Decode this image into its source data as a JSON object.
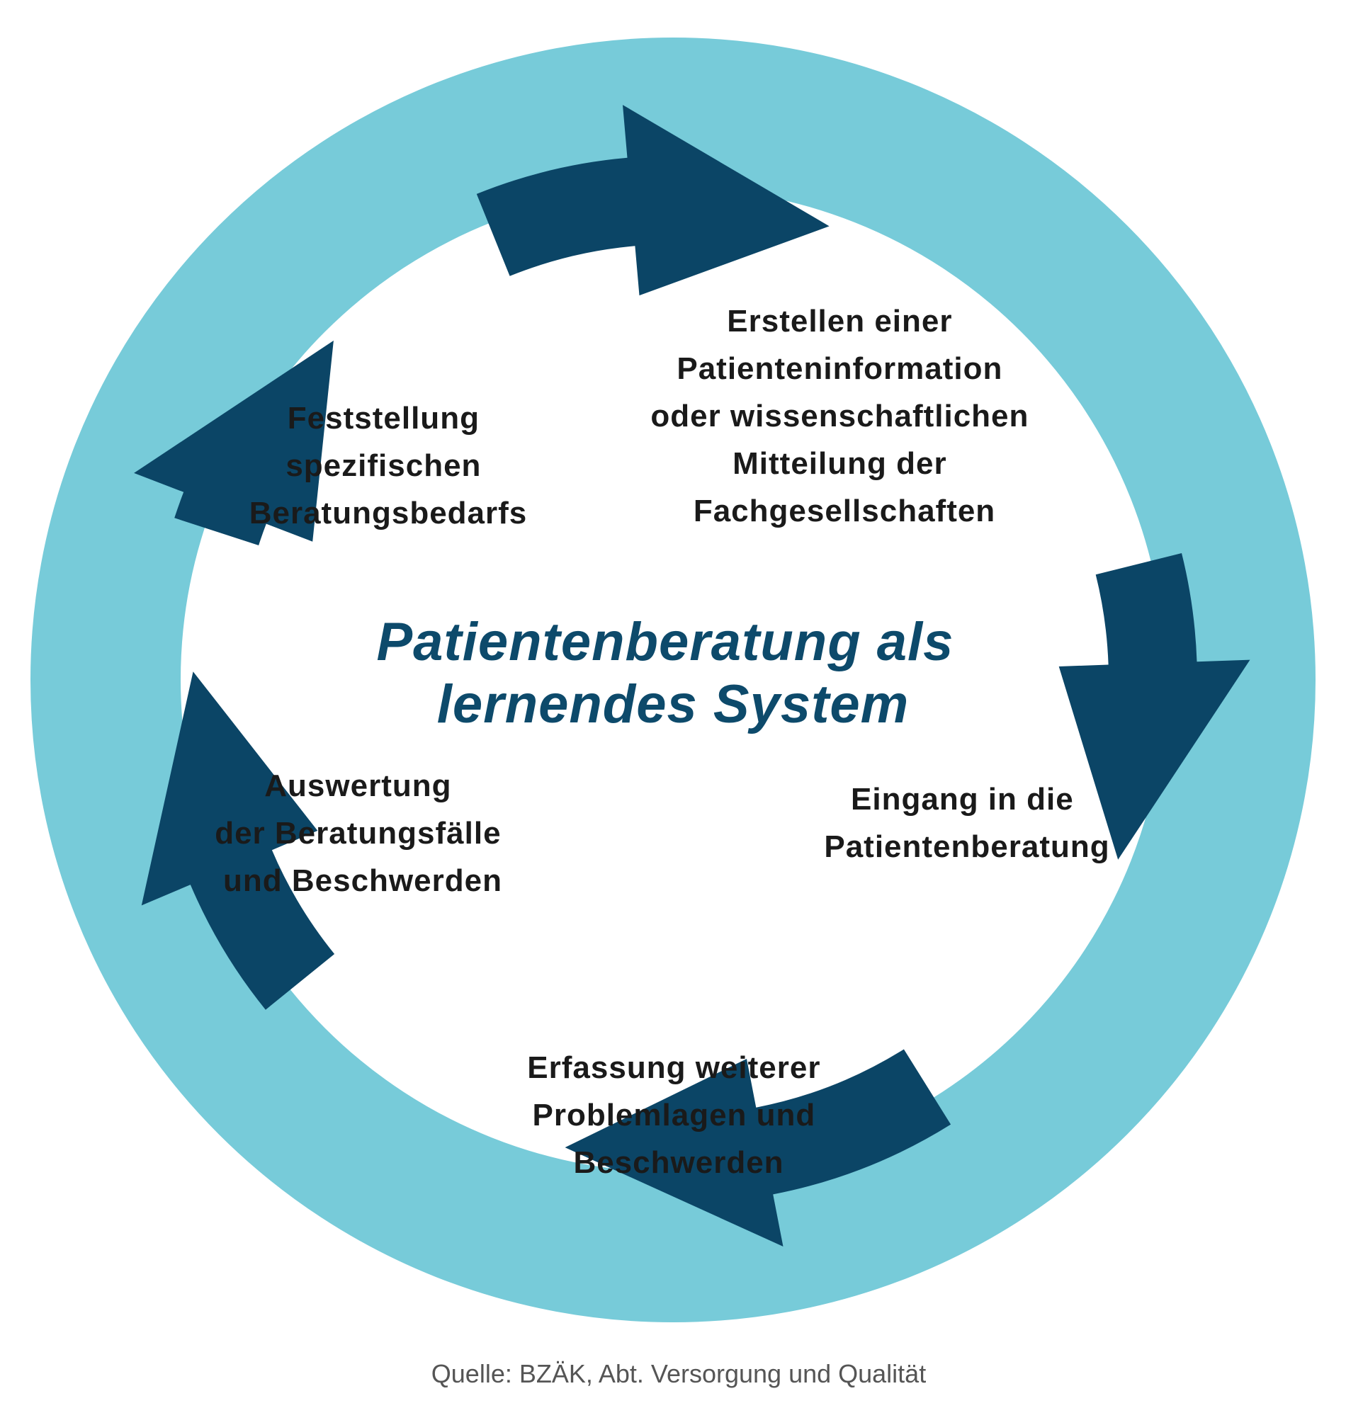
{
  "diagram": {
    "title_lines": [
      "Patientenberatung als",
      "lernendes System"
    ],
    "steps": [
      {
        "lines": [
          "Erstellen einer",
          "Patienteninformation",
          "oder wissenschaftlichen",
          "Mitteilung der",
          "Fachgesellschaften"
        ]
      },
      {
        "lines": [
          "Eingang in die",
          "Patientenberatung"
        ]
      },
      {
        "lines": [
          "Erfassung weiterer",
          "Problemlagen und",
          "Beschwerden"
        ]
      },
      {
        "lines": [
          "Auswertung",
          "der Beratungsfälle",
          "und Beschwerden"
        ]
      },
      {
        "lines": [
          "Feststellung",
          "spezifischen",
          "Beratungsbedarfs"
        ]
      }
    ],
    "arrow_count": 5,
    "arrow_direction": "clockwise",
    "source": "Quelle: BZÄK, Abt. Versorgung und Qualität"
  },
  "colors": {
    "ring": "#77cbd9",
    "arrow": "#0b4566",
    "title": "#0d4a6b",
    "text": "#1a1a1a",
    "source": "#555555",
    "background": "#ffffff"
  }
}
